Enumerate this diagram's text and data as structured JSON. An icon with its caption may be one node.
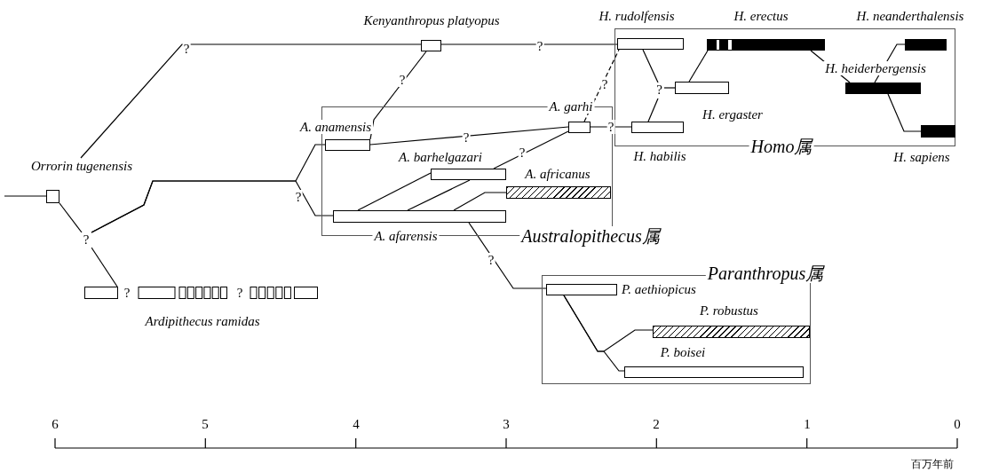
{
  "diagram": {
    "nodes": [
      {
        "text": [
          "Orrorin tugenensis"
        ]
      },
      {
        "text": [
          "?"
        ]
      },
      {
        "text": [
          "Kenyanthropus platyopus"
        ]
      },
      {
        "text": [
          "Ardipithecus ramidas"
        ]
      },
      {
        "text": [
          "Australopithecus属"
        ]
      },
      {
        "text": [
          "A. anamensis"
        ]
      },
      {
        "text": [
          "A. garhi"
        ],
        "in": 4
      },
      {
        "text": [
          "A. barhelgazari"
        ],
        "in": 4
      },
      {
        "text": [
          "A. africanus"
        ],
        "in": 4
      },
      {
        "text": [
          "A. afarensis"
        ],
        "in": 4
      },
      {
        "text": [
          "Homo属"
        ]
      },
      {
        "text": [
          "H. rudolfensis"
        ]
      },
      {
        "text": [
          "H. erectus"
        ]
      },
      {
        "text": [
          "H. neanderthalensis"
        ]
      },
      {
        "text": [
          "?"
        ],
        "in": 10
      },
      {
        "text": [
          "H. ergaster"
        ],
        "in": 10
      },
      {
        "text": [
          "H. heiderbergensis"
        ],
        "in": 10
      },
      {
        "text": [
          "H. habilis"
        ]
      },
      {
        "text": [
          "H. sapiens"
        ]
      },
      {
        "text": [
          "Paranthropus属"
        ]
      },
      {
        "text": [
          "P. aethiopicus"
        ],
        "in": 19
      },
      {
        "text": [
          "P. robustus"
        ],
        "in": 19
      },
      {
        "text": [
          "P. boisei"
        ],
        "in": 19
      }
    ],
    "edges": [
      {
        "from": null,
        "to": 0,
        "arrow": "none"
      },
      {
        "from": 0,
        "to": 1,
        "arrow": "none"
      },
      {
        "from": 0,
        "to": 2,
        "arrow": "none",
        "label": "?"
      },
      {
        "from": 1,
        "to": 3,
        "arrow": "none"
      },
      {
        "from": 1,
        "to": 5,
        "arrow": "none"
      },
      {
        "from": 1,
        "to": 9,
        "arrow": "none",
        "label": "?"
      },
      {
        "from": 2,
        "to": 11,
        "arrow": "none",
        "label": "?"
      },
      {
        "from": 2,
        "to": 5,
        "arrow": "none",
        "label": "?"
      },
      {
        "from": 5,
        "to": 6,
        "arrow": "none",
        "label": "?"
      },
      {
        "from": 9,
        "to": 7,
        "arrow": "none"
      },
      {
        "from": 9,
        "to": 7,
        "arrow": "none"
      },
      {
        "from": 7,
        "to": 6,
        "arrow": "none",
        "label": "?"
      },
      {
        "from": 9,
        "to": 8,
        "arrow": "none"
      },
      {
        "from": 9,
        "to": 20,
        "arrow": "none",
        "label": "?"
      },
      {
        "from": 6,
        "to": 11,
        "arrow": "none",
        "label": "?",
        "style": "dashed"
      },
      {
        "from": 6,
        "to": 17,
        "arrow": "none",
        "label": "?"
      },
      {
        "from": 11,
        "to": 14,
        "arrow": "none"
      },
      {
        "from": 17,
        "to": 14,
        "arrow": "none"
      },
      {
        "from": 14,
        "to": 15,
        "arrow": "none"
      },
      {
        "from": 15,
        "to": 12,
        "arrow": "none"
      },
      {
        "from": 12,
        "to": 16,
        "arrow": "none"
      },
      {
        "from": 16,
        "to": 13,
        "arrow": "none"
      },
      {
        "from": 16,
        "to": 18,
        "arrow": "none"
      },
      {
        "from": 20,
        "to": 21,
        "arrow": "none"
      },
      {
        "from": 20,
        "to": 22,
        "arrow": "none"
      }
    ],
    "labels": [
      "?",
      "?",
      "6",
      "5",
      "4",
      "3",
      "2",
      "1",
      "0",
      "百万年前"
    ]
  }
}
